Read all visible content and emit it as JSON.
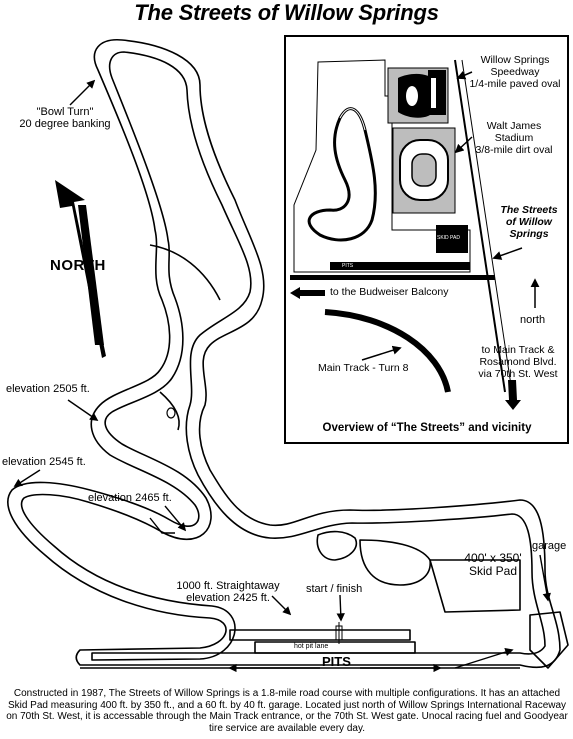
{
  "title": "The Streets of Willow Springs",
  "labels": {
    "bowl_turn": "\"Bowl Turn\"\n20 degree banking",
    "north": "NORTH",
    "elevation_2505": "elevation 2505 ft.",
    "elevation_2545": "elevation 2545 ft.",
    "elevation_2465": "elevation 2465 ft.",
    "straightaway": "1000 ft. Straightaway\nelevation 2425 ft.",
    "start_finish": "start / finish",
    "skid_pad": "400' x 350'\nSkid Pad",
    "garage": "garage",
    "pits": "PITS",
    "hot_pit_lane": "hot pit lane"
  },
  "inset": {
    "speedway": "Willow Springs\nSpeedway\n1/4-mile paved oval",
    "stadium": "Walt James\nStadium\n3/8-mile dirt oval",
    "streets": "The Streets\nof Willow\nSprings",
    "budweiser": "to the Budweiser Balcony",
    "north": "north",
    "main_track_turn8": "Main Track - Turn 8",
    "to_main_track": "to Main Track &\nRosamond Blvd.\nvia 70th St. West",
    "caption": "Overview of “The Streets” and vicinity",
    "skid_pad_small": "SKID PAD",
    "pits_small": "PITS"
  },
  "footer": "Constructed in 1987, The Streets of Willow Springs is a 1.8-mile road course with multiple configurations. It has an attached Skid Pad measuring 400 ft. by 350 ft., and a 60 ft. by 40 ft. garage. Located just north of Willow Springs International Raceway on 70th St. West, it is accessable through the Main Track entrance, or the 70th St. West gate. Unocal racing fuel and Goodyear tire service are available every day.",
  "colors": {
    "ink": "#000000",
    "paper": "#ffffff",
    "inset_fill": "#bdbdbd"
  },
  "icons": [
    "north-arrow-icon",
    "pointer-arrow-icon"
  ]
}
